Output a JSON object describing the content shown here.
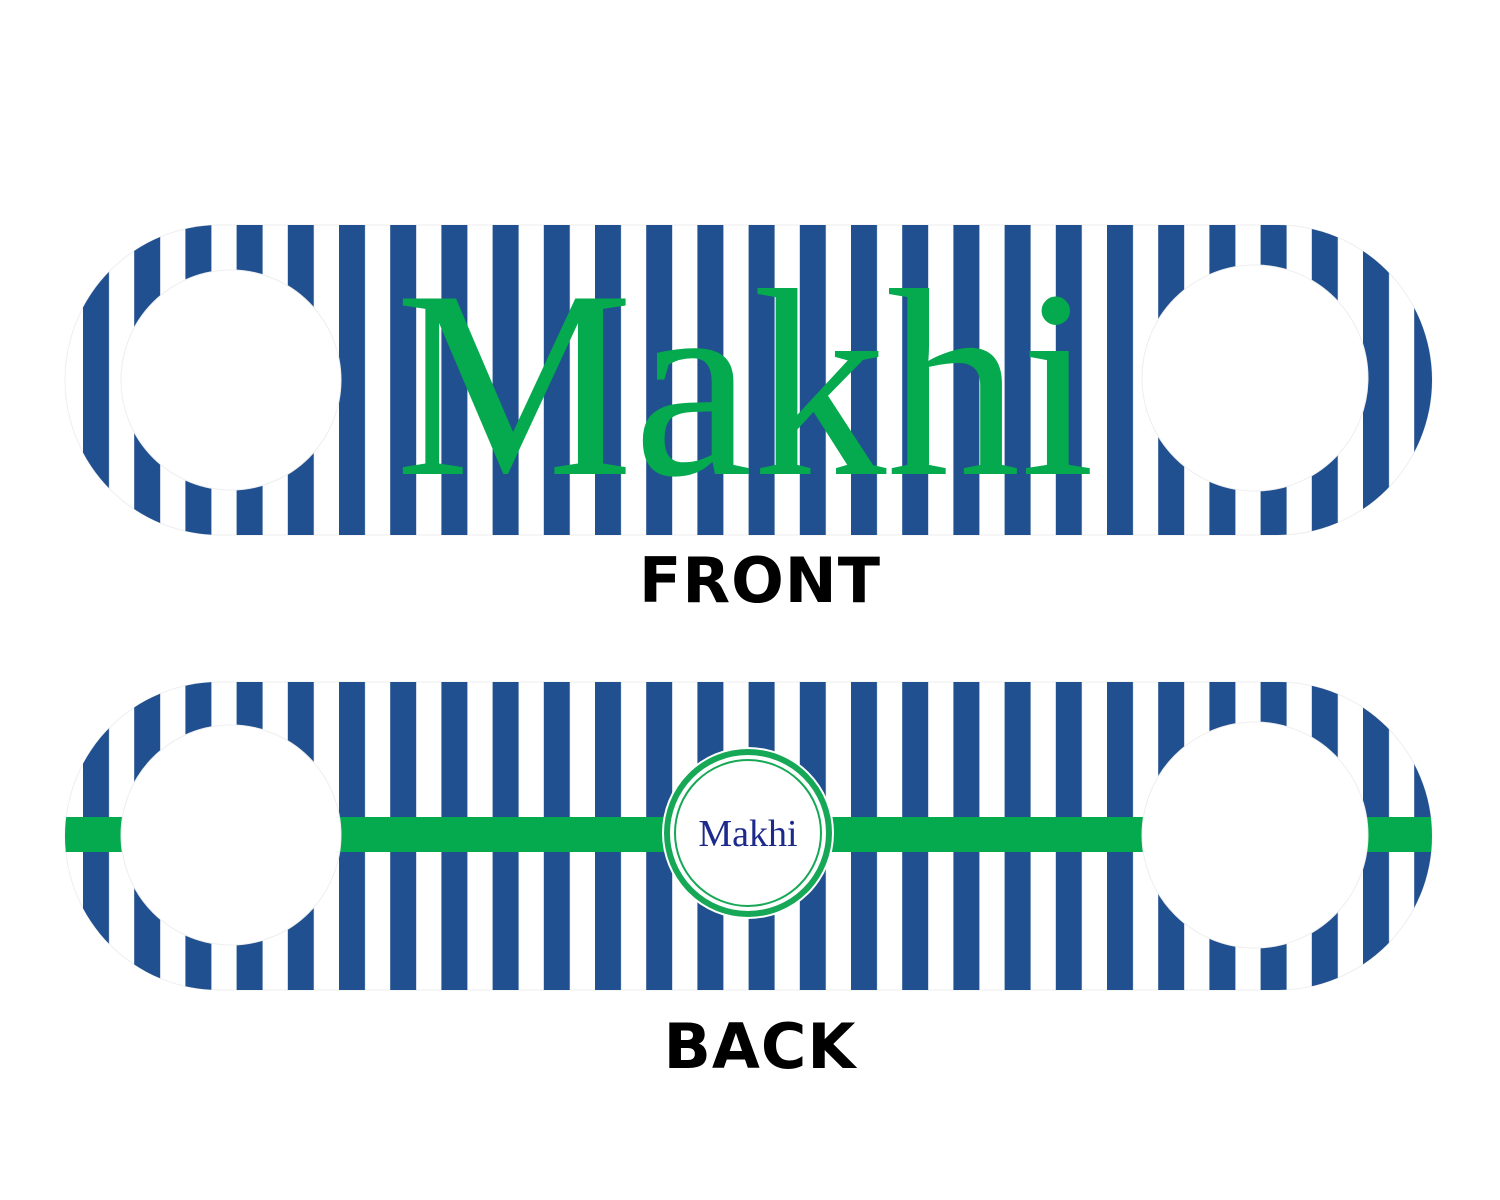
{
  "product": {
    "name_text": "Makhi",
    "front_label": "FRONT",
    "back_label": "BACK"
  },
  "colors": {
    "stripe_blue": "#20508f",
    "name_green": "#05a94e",
    "back_name_navy": "#1c2a8c",
    "background": "#ffffff"
  }
}
